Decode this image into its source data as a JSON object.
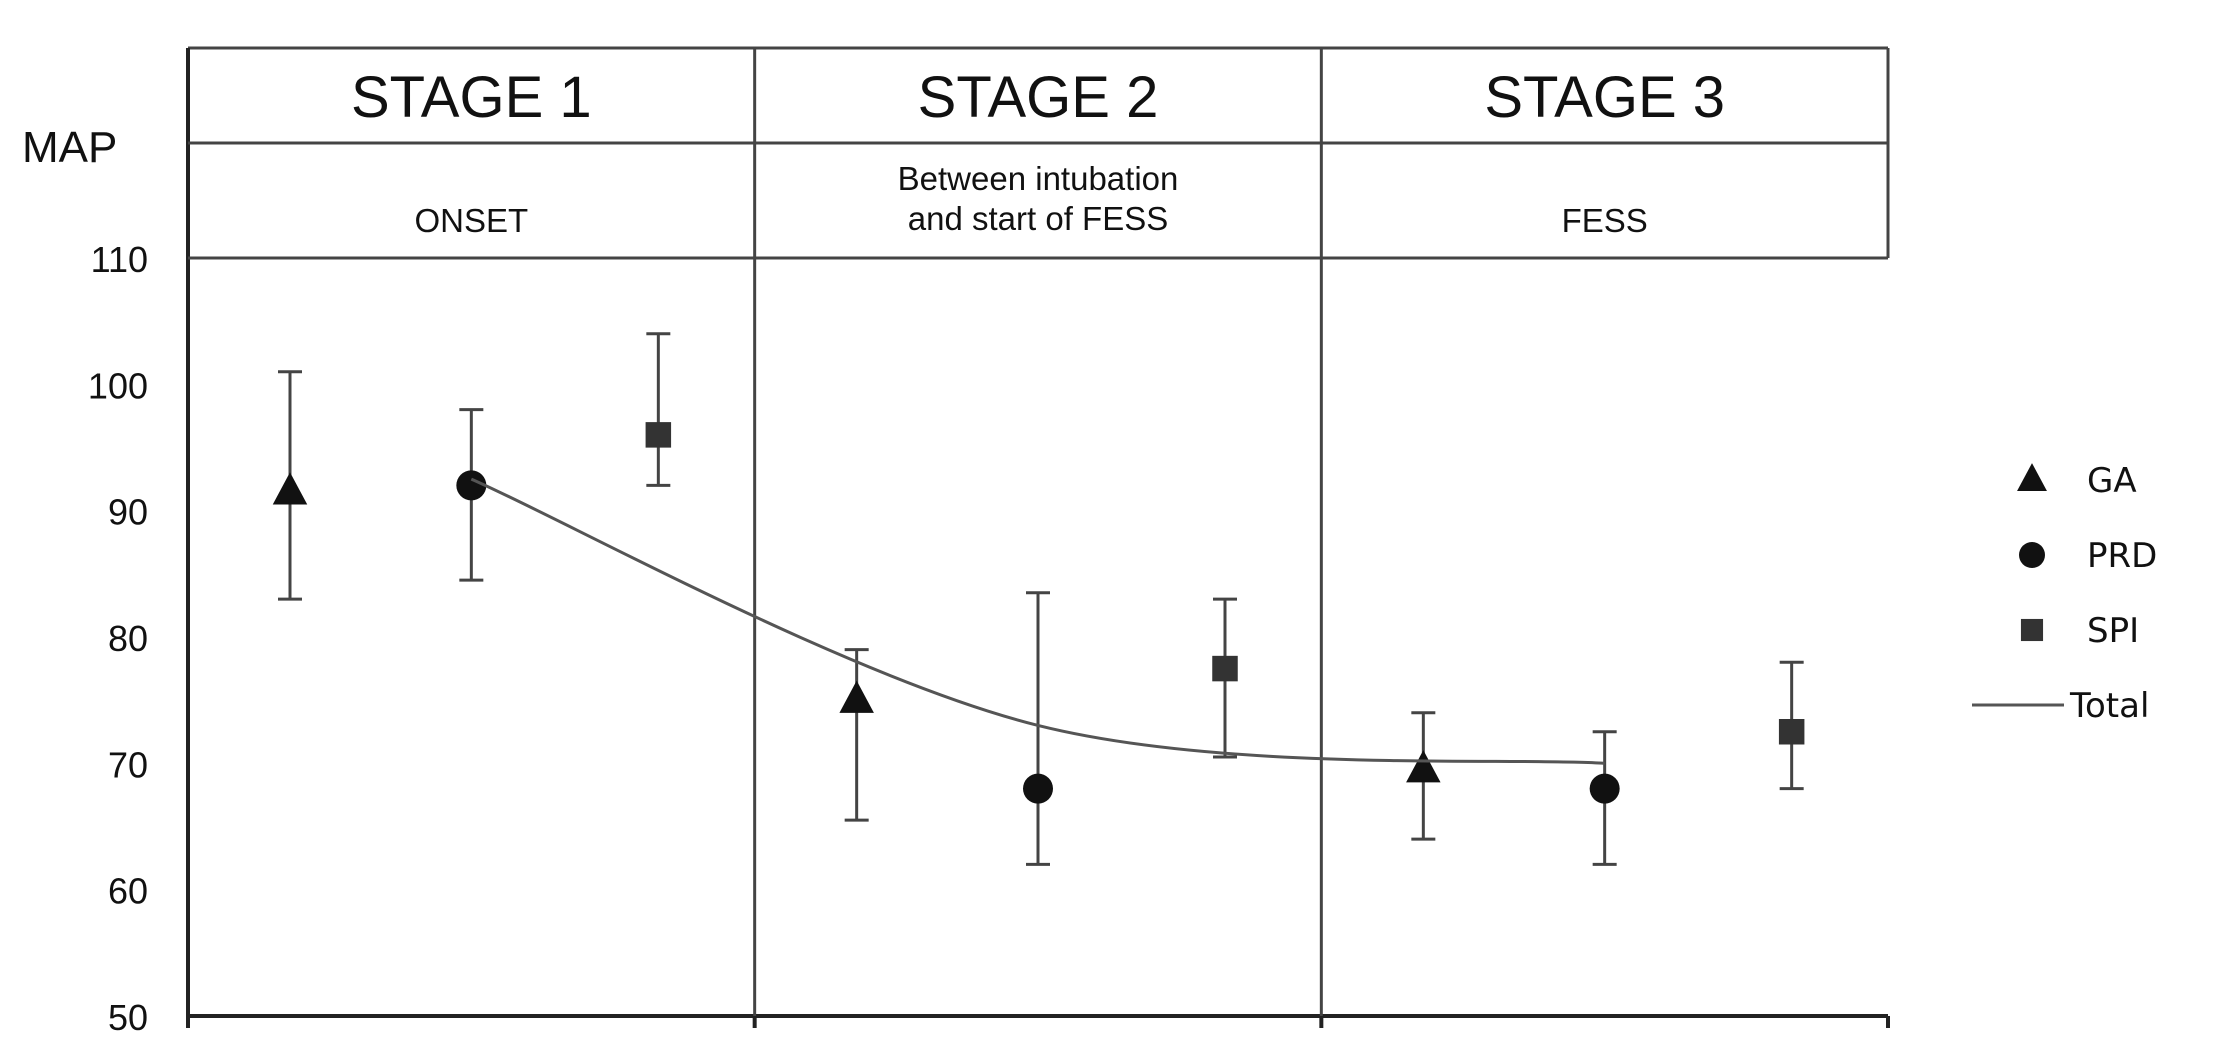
{
  "chart_data": {
    "type": "scatter",
    "ylabel": "MAP",
    "ylim": [
      50,
      110
    ],
    "yticks": [
      50,
      60,
      70,
      80,
      90,
      100,
      110
    ],
    "stages": [
      {
        "title": "STAGE 1",
        "subtitle": [
          "ONSET"
        ]
      },
      {
        "title": "STAGE 2",
        "subtitle": [
          "Between intubation",
          "and start of FESS"
        ]
      },
      {
        "title": "STAGE 3",
        "subtitle": [
          "FESS"
        ]
      }
    ],
    "series": [
      {
        "name": "GA",
        "marker": "triangle",
        "points": [
          {
            "stage": 1,
            "y": 91.5,
            "low": 83,
            "high": 101
          },
          {
            "stage": 2,
            "y": 75,
            "low": 65.5,
            "high": 79
          },
          {
            "stage": 3,
            "y": 69.5,
            "low": 64,
            "high": 74
          }
        ]
      },
      {
        "name": "PRD",
        "marker": "circle",
        "points": [
          {
            "stage": 1,
            "y": 92,
            "low": 84.5,
            "high": 98
          },
          {
            "stage": 2,
            "y": 68,
            "low": 62,
            "high": 83.5
          },
          {
            "stage": 3,
            "y": 68,
            "low": 62,
            "high": 72.5
          }
        ]
      },
      {
        "name": "SPI",
        "marker": "square",
        "points": [
          {
            "stage": 1,
            "y": 96,
            "low": 92,
            "high": 104
          },
          {
            "stage": 2,
            "y": 77.5,
            "low": 70.5,
            "high": 83
          },
          {
            "stage": 3,
            "y": 72.5,
            "low": 68,
            "high": 78
          }
        ]
      },
      {
        "name": "Total",
        "marker": "line",
        "points": [
          {
            "stage": 1,
            "y": 92.5
          },
          {
            "stage": 2,
            "y": 73
          },
          {
            "stage": 3,
            "y": 70
          }
        ]
      }
    ],
    "legend": "right",
    "grid": false
  }
}
